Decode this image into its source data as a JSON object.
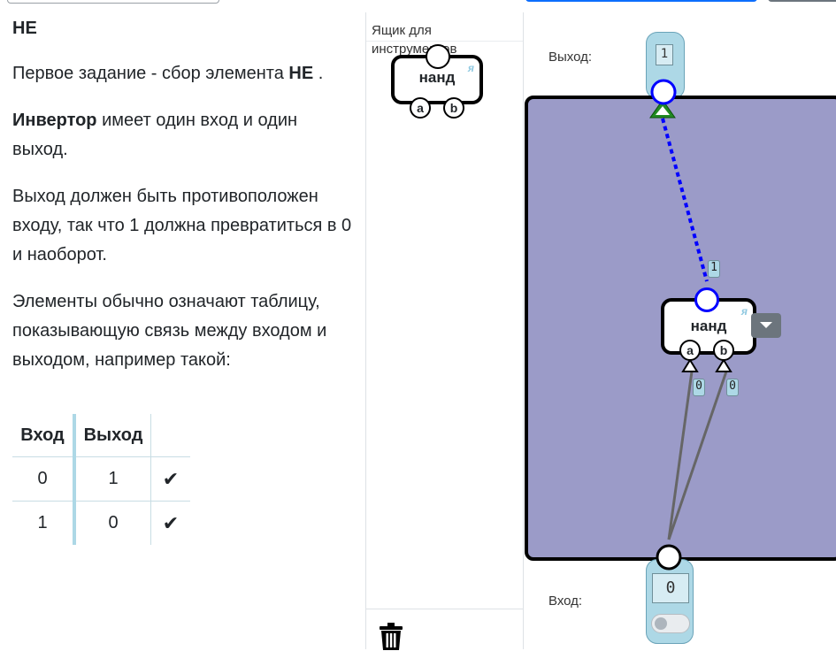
{
  "task": {
    "title": "НЕ",
    "p1_pre": "Первое задание - сбор элемента ",
    "p1_bold": "НЕ",
    "p1_post": " .",
    "p2_bold": "Инвертор",
    "p2_rest": " имеет один вход и один выход.",
    "p3": "Выход должен быть противоположен входу, так что 1 должна превратиться в 0 и наоборот.",
    "p4": "Элементы обычно означают таблицу, показывающую связь между входом и выходом, например такой:"
  },
  "truth_table": {
    "headers": [
      "Вход",
      "Выход",
      ""
    ],
    "rows": [
      {
        "in": "0",
        "out": "1",
        "ok": "✔"
      },
      {
        "in": "1",
        "out": "0",
        "ok": "✔"
      }
    ]
  },
  "toolbox": {
    "title": "Ящик для инструментов",
    "gate_label": "нанд",
    "gate_badge": "я",
    "pin_a": "a",
    "pin_b": "b",
    "trash_icon": "trash-icon"
  },
  "circuit": {
    "output_label": "Выход:",
    "output_value": "1",
    "input_label": "Вход:",
    "input_value": "0",
    "gate_label": "нанд",
    "gate_badge": "я",
    "pin_a": "a",
    "pin_b": "b",
    "out_wire_bit": "1",
    "in_a_bit": "0",
    "in_b_bit": "0",
    "input_toggle_on": false
  },
  "colors": {
    "canvas_bg": "#9b9bc8",
    "io_bg": "#add8e6",
    "wire_active": "#0000ff",
    "wire_inactive": "#666666",
    "arrow_green": "#228b22",
    "primary_button": "#0d6efd"
  }
}
